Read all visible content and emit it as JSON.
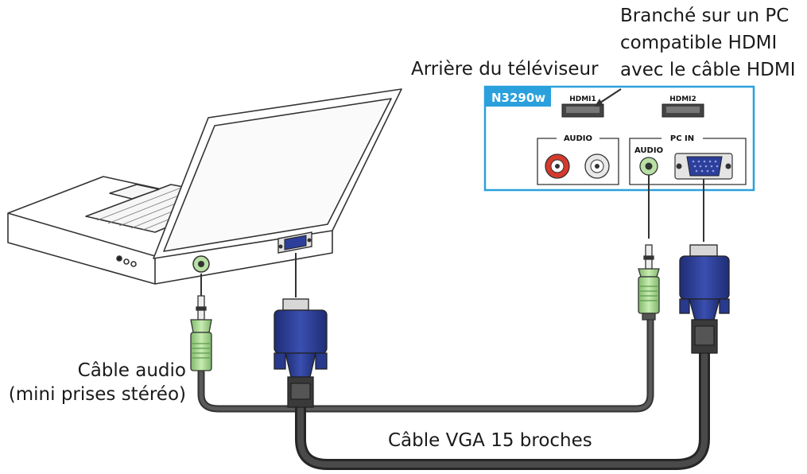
{
  "labels": {
    "hdmi_note_line1": "Branché sur un PC",
    "hdmi_note_line2": "compatible HDMI",
    "hdmi_note_line3": "avec le câble HDMI",
    "tv_rear": "Arrière du téléviseur",
    "audio_cable_line1": "Câble audio",
    "audio_cable_line2": "(mini prises stéréo)",
    "vga_cable": "Câble VGA 15 broches"
  },
  "tv_panel": {
    "model": "N3290w",
    "hdmi1": "HDMI1",
    "hdmi2": "HDMI2",
    "audio_group": "AUDIO",
    "pcin_group": "PC IN",
    "pcin_audio": "AUDIO"
  },
  "colors": {
    "panel_border": "#2aa0dc",
    "model_badge": "#2aa0dc",
    "vga_plug": "#283a8e",
    "audio_plug": "#a6d48c",
    "cable": "#444444",
    "rca_red": "#d63a2c"
  }
}
